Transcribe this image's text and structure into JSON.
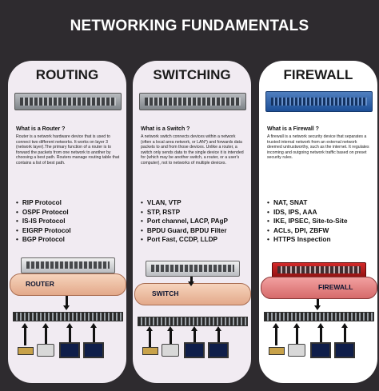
{
  "title": "NETWORKING FUNDAMENTALS",
  "panels": [
    {
      "title": "ROUTING",
      "question": "What is a Router ?",
      "description": "Router is a network hardware device that is used to connect two different networks. It works on layer 3 (network layer).The primary function of a router is to forward the packets from one network to another by choosing a best path. Routers manage routing table that contains a list of best path.",
      "bullets": [
        "RIP Protocol",
        "OSPF Protocol",
        "IS-IS Protocol",
        "EIGRP Protocol",
        "BGP Protocol"
      ],
      "diagram_label": "ROUTER"
    },
    {
      "title": "SWITCHING",
      "question": "What is a Switch ?",
      "description": "A network switch connects devices within a network (often a local area network, or LAN*) and forwards data packets to and from those devices. Unlike a router, a switch only sends data to the single device it is intended for (which may be another switch, a router, or a user's computer), not to networks of multiple devices.",
      "bullets": [
        "VLAN, VTP",
        "STP, RSTP",
        "Port channel, LACP, PAgP",
        "BPDU Guard, BPDU Filter",
        "Port Fast, CCDP, LLDP"
      ],
      "diagram_label": "SWITCH"
    },
    {
      "title": "FIREWALL",
      "question": "What is a Firewall ?",
      "description": "A firewall is a network security device that separates a trusted internal network from an external network deemed untrustworthy, such as the internet. It regulates incoming and outgoing network traffic based on preset security rules.",
      "bullets": [
        "NAT, SNAT",
        "IDS, IPS, AAA",
        "IKE, IPSEC, Site-to-Site",
        "ACLs, DPI, ZBFW",
        "HTTPS Inspection"
      ],
      "diagram_label": "FIREWALL"
    }
  ]
}
